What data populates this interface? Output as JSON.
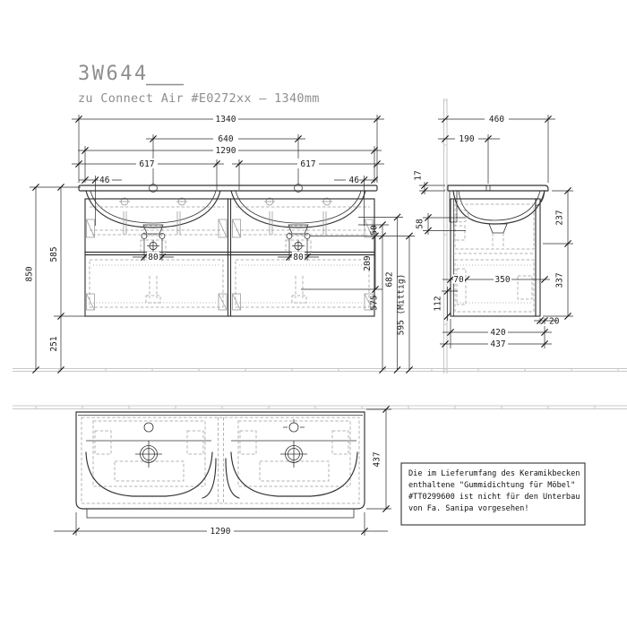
{
  "header": {
    "model": "3W644",
    "compat": "zu Connect Air #E0272xx – 1340mm"
  },
  "front": {
    "total_width": "1340",
    "faucet_spacing": "640",
    "cabinet_width": "1290",
    "basin_left": "617",
    "basin_right": "617",
    "edge_left": "46",
    "edge_right": "46",
    "total_height": "850",
    "cabinet_height": "585",
    "bottom_clearance": "251",
    "handle_pitch_left": "80",
    "handle_pitch_right": "80",
    "gap_50": "50",
    "handle_offset": "209",
    "handle_height": "575",
    "drain_height": "682",
    "center_height": "595 (Mittig)"
  },
  "side": {
    "total_depth": "460",
    "faucet_depth": "190",
    "rim_thickness": "17",
    "top_offset": "58",
    "upper_height": "237",
    "lower_height": "337",
    "back_offset": "70",
    "inner_depth": "350",
    "bottom_offset": "112",
    "front_gap": "20",
    "cabinet_depth": "420",
    "overall_depth": "437"
  },
  "plan": {
    "width": "1290",
    "depth": "437"
  },
  "note": {
    "l1": "Die im Lieferumfang des Keramikbecken",
    "l2": "enthaltene \"Gummidichtung für Möbel\"",
    "l3": "#TT0299600 ist nicht für den Unterbau",
    "l4": "von Fa. Sanipa vorgesehen!"
  }
}
